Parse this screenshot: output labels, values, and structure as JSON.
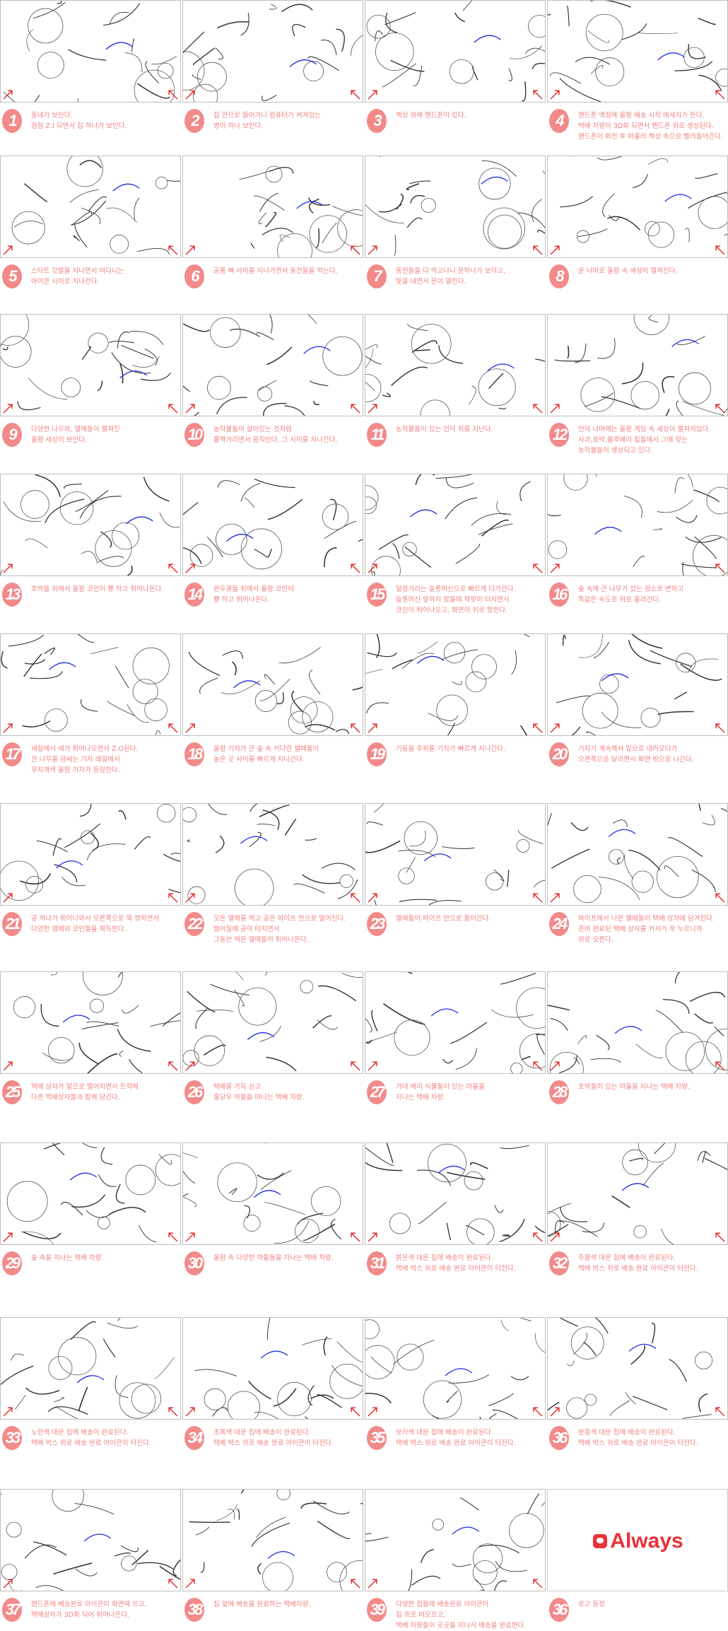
{
  "colors": {
    "caption": "#f07f80",
    "badge": "#f28a8a",
    "logo": "#e8313a",
    "arrow_red": "#e02020",
    "arrow_blue": "#1a2be0"
  },
  "logo": {
    "text": "Always",
    "icon": "always-logo-mark-icon"
  },
  "panels": [
    {
      "number": "1",
      "lines": [
        "동네가 보인다.",
        "점점 Z.I 되면서 집 하나가 보인다."
      ]
    },
    {
      "number": "2",
      "lines": [
        "집 안으로 들어가니 컴퓨터가 켜져있는",
        "방이 하나 보인다."
      ]
    },
    {
      "number": "3",
      "lines": [
        "책상 위에 핸드폰이 있다."
      ]
    },
    {
      "number": "4",
      "lines": [
        "핸드폰 액정에 올팜 배송 시작 메세지가 뜬다.",
        "택배 차량이 3D화 되면서 핸드폰 위로 생성된다.",
        "핸드폰이 회전 후 떠올라 책상 속으로 빨려들어간다."
      ]
    },
    {
      "number": "5",
      "lines": [
        "스타트 깃발을 지나면서 떠다니는",
        "아이콘 사이로 지나간다."
      ]
    },
    {
      "number": "6",
      "lines": [
        "공룡 뼈 사이를 지나가면서 동전들을 먹는다."
      ]
    },
    {
      "number": "7",
      "lines": [
        "동전들을 다 먹고나니 문하나가 보이고,",
        "빛을 내면서 문이 열린다."
      ]
    },
    {
      "number": "8",
      "lines": [
        "문 너머로 올팜 속 세상이 펼쳐진다."
      ]
    },
    {
      "number": "9",
      "lines": [
        "다양한 나무와, 열매들이 펼쳐진",
        "올팜 세상이 보인다."
      ]
    },
    {
      "number": "10",
      "lines": [
        "농작물들이 살아있는 것처럼",
        "폴짝거리면서 움직인다. 그 사이를 지나간다."
      ]
    },
    {
      "number": "11",
      "lines": [
        "농작물들이 있는 언덕 위를 지난다."
      ]
    },
    {
      "number": "12",
      "lines": [
        "언덕 너머에는 올팜 게임 속 세상이 펼쳐져있다.",
        "사과,호박,블루베리 집들에서 그에 맞는",
        "농작물들이 생성되고 있다."
      ]
    },
    {
      "number": "13",
      "lines": [
        "호박들 위에서 올팜 코인이 뿅 하고 튀어나온다."
      ]
    },
    {
      "number": "14",
      "lines": [
        "완두콩들 위에서 올팜 코인이",
        "뿅 하고 튀어나온다."
      ]
    },
    {
      "number": "15",
      "lines": [
        "덜컹거리는 슬롯머신으로 빠르게 다가간다.",
        "슬롯머신 앞까지 왔을때 잭팟이 터지면서",
        "코인이 튀어나오고, 화면이 위로 향한다."
      ]
    },
    {
      "number": "16",
      "lines": [
        "숲 속에 큰 나무가 있는 장소로 변하고",
        "똑같은 속도로 위로 올라간다."
      ]
    },
    {
      "number": "17",
      "lines": [
        "새집에서 새가 튀어나오면서 Z.O된다.",
        "큰 나무를 감싸는 기차 레일에서",
        "무지개색 올팜 기차가 등장한다."
      ]
    },
    {
      "number": "18",
      "lines": [
        "올팜 기차가 큰 숲 속 커다란 열매들이",
        "높은 곳 사이를 빠르게 지나간다."
      ]
    },
    {
      "number": "19",
      "lines": [
        "기둥을 주위를 기차가 빠르게 지나간다."
      ]
    },
    {
      "number": "20",
      "lines": [
        "기차가 계속해서 밑으로 내려오다가",
        "오른쪽으로 달리면서 화면 밖으로 나간다."
      ]
    },
    {
      "number": "21",
      "lines": [
        "공 하나가 튀어나와서 오른쪽으로 쭉 향하면서",
        "다양한 열매와 코인들을 획득한다."
      ]
    },
    {
      "number": "22",
      "lines": [
        "모든 열매를 먹고 공은 파이프 안으로 떨어진다.",
        "떨어질때 공이 터지면서",
        "그동안 먹은 열매들이 튀어나온다."
      ]
    },
    {
      "number": "23",
      "lines": [
        "열매들이 파이프 안으로 들어간다."
      ]
    },
    {
      "number": "24",
      "lines": [
        "파이프에서 나온 열매들이 택배 상자에 담겨진다.",
        "준비 완료된 택배 상자를 커서가 꾹 누르니까",
        "위로 오른다."
      ]
    },
    {
      "number": "25",
      "lines": [
        "택배 상자가 밑으로 떨어지면서 트럭에",
        "다른 택배상자들과 함께 담긴다."
      ]
    },
    {
      "number": "26",
      "lines": [
        "택배를 가득 싣고",
        "홍당무 마을을 떠나는 택배 차량."
      ]
    },
    {
      "number": "27",
      "lines": [
        "거대 베리 식물들이 있는 마을을",
        "지나는 택배 차량."
      ]
    },
    {
      "number": "28",
      "lines": [
        "호박들이 있는 마을을 지나는 택배 차량."
      ]
    },
    {
      "number": "29",
      "lines": [
        "숲 속을 지나는 택배 차량."
      ]
    },
    {
      "number": "30",
      "lines": [
        "올팜 속 다양한 마을들을 지나는 택배 차량."
      ]
    },
    {
      "number": "31",
      "lines": [
        "붉은색 대문 집에 배송이 완료된다.",
        "택배 박스 위로 배송 완료 아이콘이 터진다."
      ]
    },
    {
      "number": "32",
      "lines": [
        "주황색 대문 집에 배송이 완료된다.",
        "택배 박스 위로 배송 완료 아이콘이 터진다."
      ]
    },
    {
      "number": "33",
      "lines": [
        "노란색 대문 집에 배송이 완료된다.",
        "택배 박스 위로 배송 완료 아이콘이 터진다."
      ]
    },
    {
      "number": "34",
      "lines": [
        "초록색 대문 집에 배송이 완료된다.",
        "택배 박스 위로 배송 완료 아이콘이 터진다."
      ]
    },
    {
      "number": "35",
      "lines": [
        "보라색 대문 집에 배송이 완료된다.",
        "택배 박스 위로 배송 완료 아이콘이 터진다."
      ]
    },
    {
      "number": "36",
      "lines": [
        "분홍색 대문 집에 배송이 완료된다.",
        "택배 박스 위로 배송 완료 아이콘이 터진다."
      ]
    },
    {
      "number": "37",
      "lines": [
        "핸드폰에 배송완료 아이콘이 화면에 뜨고,",
        "택배상자가 3D화 되어 튀어나온다."
      ]
    },
    {
      "number": "38",
      "lines": [
        "집 앞에 배송을 완료하는 택배차량."
      ]
    },
    {
      "number": "39",
      "lines": [
        "다양한 집들에 배송완료 아이콘이",
        "집 위로 떠오르고,",
        "택배 차량들이 곳곳을 지나서 배송을 완료한다."
      ]
    },
    {
      "number": "36",
      "lines": [
        "로고 등장"
      ],
      "logo_panel": true
    }
  ]
}
